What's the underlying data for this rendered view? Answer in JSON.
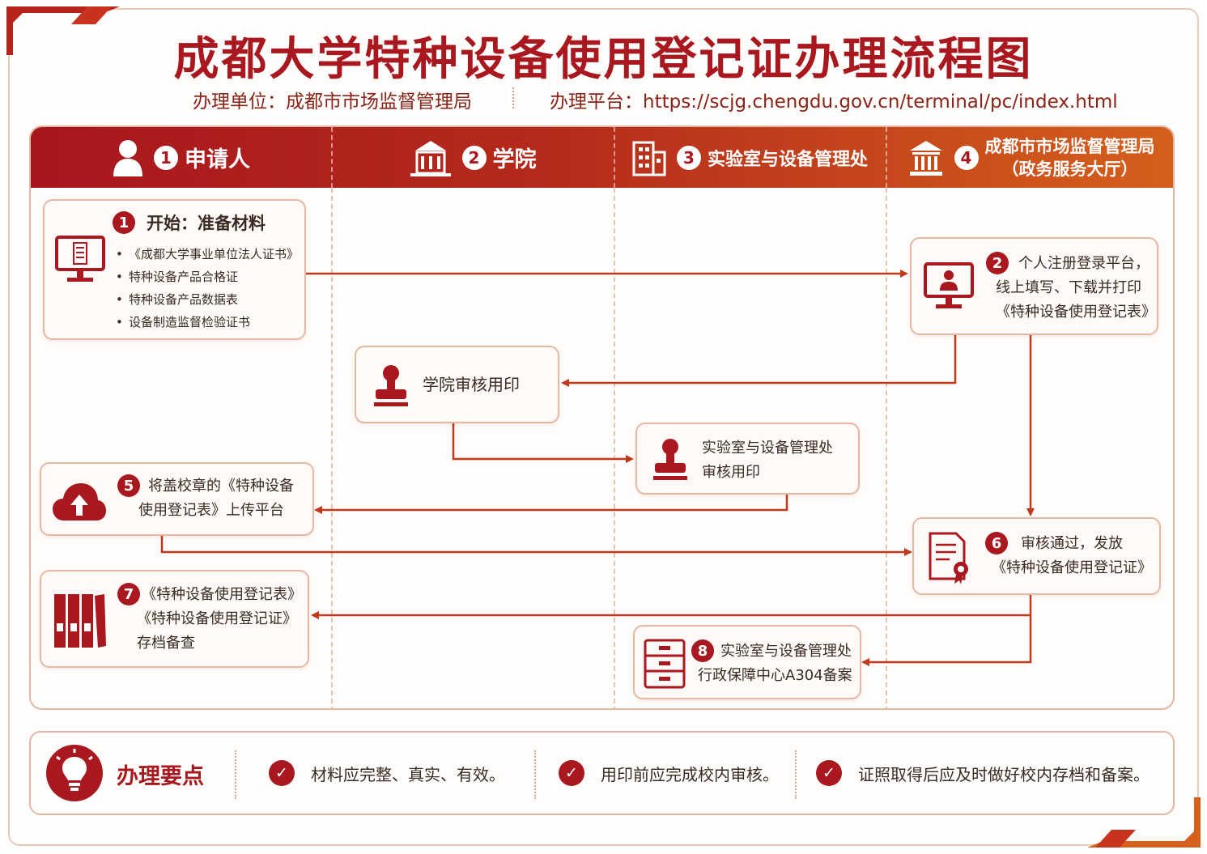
{
  "title": "成都大学特种设备使用登记证办理流程图",
  "unit_label": "办理单位：成都市市场监督管理局",
  "platform_label": "办理平台：https://scjg.chengdu.gov.cn/terminal/pc/index.html",
  "lanes": [
    {
      "num": "1",
      "label": "申请人",
      "icon": "person-icon"
    },
    {
      "num": "2",
      "label": "学院",
      "icon": "building-icon"
    },
    {
      "num": "3",
      "label": "实验室与设备管理处",
      "icon": "office-icon"
    },
    {
      "num": "4",
      "label": "成都市市场监督管理局",
      "label2": "（政务服务大厅）",
      "icon": "government-icon"
    }
  ],
  "steps": {
    "s1": {
      "num": "1",
      "title": "开始：准备材料",
      "icon": "monitor-document-icon",
      "items": [
        "《成都大学事业单位法人证书》",
        "特种设备产品合格证",
        "特种设备产品数据表",
        "设备制造监督检验证书"
      ]
    },
    "s2": {
      "num": "2",
      "lines": [
        "个人注册登录平台，",
        "线上填写、下载并打印",
        "《特种设备使用登记表》"
      ],
      "icon": "monitor-user-icon"
    },
    "college": {
      "text": "学院审核用印",
      "icon": "stamp-icon"
    },
    "lab": {
      "lines": [
        "实验室与设备管理处",
        "审核用印"
      ],
      "icon": "stamp-icon"
    },
    "s5": {
      "num": "5",
      "lines": [
        "将盖校章的《特种设备",
        "使用登记表》上传平台"
      ],
      "icon": "cloud-upload-icon"
    },
    "s6": {
      "num": "6",
      "lines": [
        "审核通过，发放",
        "《特种设备使用登记证》"
      ],
      "icon": "certificate-icon"
    },
    "s7": {
      "num": "7",
      "lines": [
        "《特种设备使用登记表》",
        "《特种设备使用登记证》",
        "存档备查"
      ],
      "icon": "binders-icon"
    },
    "s8": {
      "num": "8",
      "lines": [
        "实验室与设备管理处",
        "行政保障中心A304备案"
      ],
      "icon": "file-cabinet-icon"
    }
  },
  "tips": {
    "title": "办理要点",
    "icon": "lightbulb-icon",
    "items": [
      "材料应完整、真实、有效。",
      "用印前应完成校内审核。",
      "证照取得后应及时做好校内存档和备案。"
    ]
  },
  "colors": {
    "primary": "#a8181e",
    "accent": "#d4601c",
    "border": "#e4b9a3"
  }
}
